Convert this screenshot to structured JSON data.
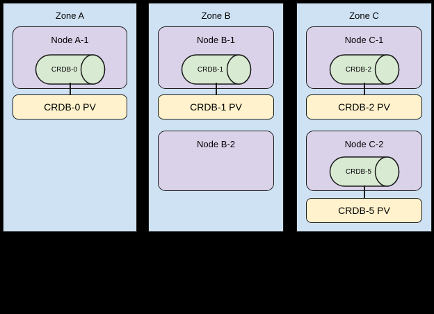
{
  "colors": {
    "background": "#000000",
    "zone_fill": "#cfe2f3",
    "node_fill": "#d9d2e9",
    "cylinder_fill": "#d9ead3",
    "pv_fill": "#fff2cc",
    "border": "#1a1a1a",
    "text": "#000000"
  },
  "zones": [
    {
      "label": "Zone A",
      "rows": [
        {
          "node_label": "Node A-1",
          "cylinder_label": "CRDB-0",
          "pv_label": "CRDB-0 PV"
        }
      ]
    },
    {
      "label": "Zone B",
      "rows": [
        {
          "node_label": "Node B-1",
          "cylinder_label": "CRDB-1",
          "pv_label": "CRDB-1 PV"
        },
        {
          "node_label": "Node B-2",
          "cylinder_label": null,
          "pv_label": null
        }
      ]
    },
    {
      "label": "Zone C",
      "rows": [
        {
          "node_label": "Node C-1",
          "cylinder_label": "CRDB-2",
          "pv_label": "CRDB-2 PV"
        },
        {
          "node_label": "Node C-2",
          "cylinder_label": "CRDB-5",
          "pv_label": "CRDB-5 PV"
        }
      ]
    }
  ]
}
